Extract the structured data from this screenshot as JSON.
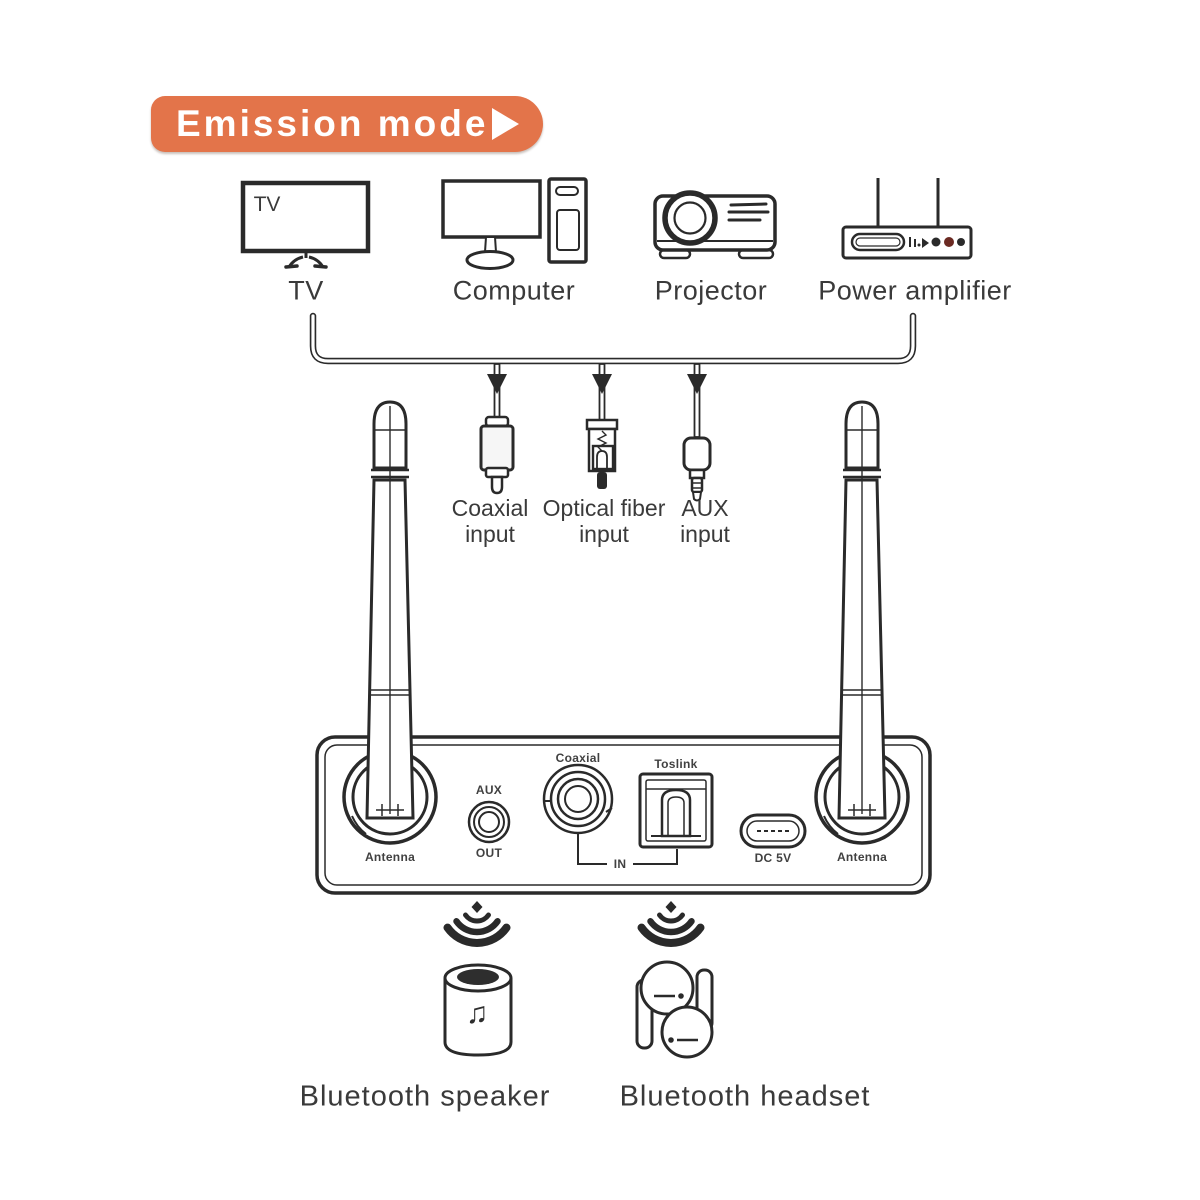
{
  "banner": {
    "label": "Emission mode"
  },
  "sources": {
    "tv": {
      "label": "TV",
      "screen_text": "TV"
    },
    "computer": {
      "label": "Computer"
    },
    "projector": {
      "label": "Projector"
    },
    "amplifier": {
      "label": "Power amplifier"
    }
  },
  "inputs": {
    "coaxial": {
      "line1": "Coaxial",
      "line2": "input"
    },
    "optical": {
      "line1": "Optical fiber",
      "line2": "input"
    },
    "aux": {
      "line1": "AUX",
      "line2": "input"
    }
  },
  "panel": {
    "antenna_left": "Antenna",
    "aux": "AUX",
    "out": "OUT",
    "coaxial": "Coaxial",
    "toslink": "Toslink",
    "in": "IN",
    "dc": "DC 5V",
    "antenna_right": "Antenna"
  },
  "outputs": {
    "speaker": {
      "label": "Bluetooth speaker",
      "note_icon": "♫"
    },
    "headset": {
      "label": "Bluetooth headset"
    }
  },
  "colors": {
    "banner": "#e3744a",
    "line": "#2a2a2a",
    "text": "#3a3a3a",
    "led": "#6b2a22"
  }
}
